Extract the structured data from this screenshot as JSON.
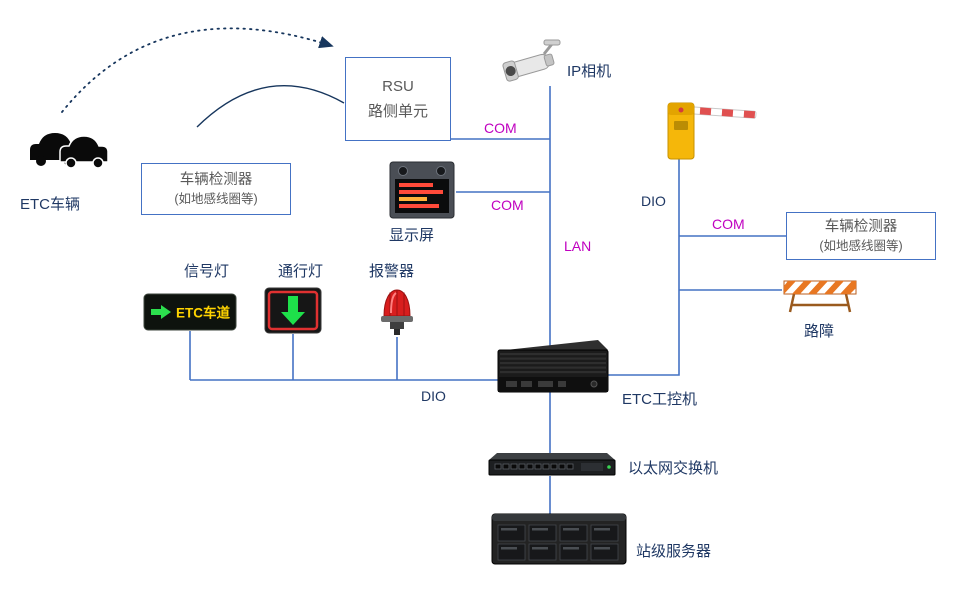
{
  "colors": {
    "line": "#4472C4",
    "arc": "#17365D",
    "label": "#1F3864",
    "box_text": "#595959",
    "port": "#C000C0"
  },
  "labels": {
    "etc_vehicle": "ETC车辆",
    "rsu_line1": "RSU",
    "rsu_line2": "路侧单元",
    "detector_line1": "车辆检测器",
    "detector_line2": "(如地感线圈等)",
    "ip_camera": "IP相机",
    "display": "显示屏",
    "signal_light": "信号灯",
    "pass_light": "通行灯",
    "alarm": "报警器",
    "com": "COM",
    "lan": "LAN",
    "dio": "DIO",
    "ipc": "ETC工控机",
    "ethernet_switch": "以太网交换机",
    "station_server": "站级服务器",
    "roadblock": "路障",
    "led_sign_text": "ETC车道"
  }
}
